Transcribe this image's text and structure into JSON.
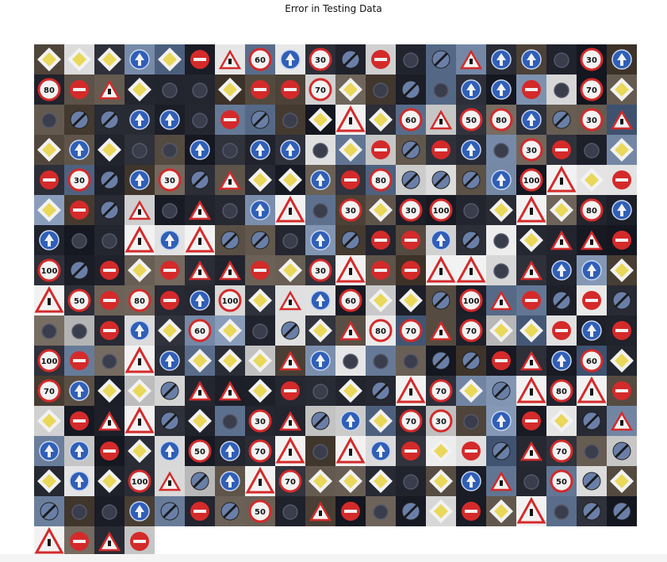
{
  "figure": {
    "title": "Error in Testing Data",
    "rows": 17,
    "columns": 20,
    "image_count": 324
  },
  "colors": {
    "sign_red": "#d42a2a",
    "sign_white": "#f2f2f2",
    "sign_blue": "#2f5fb8",
    "glyph_dark": "#151515",
    "dark_bg": "#1e1f2a"
  },
  "tile_kinds": [
    "triangle",
    "round-limit",
    "round-blue",
    "round-gray",
    "diamond",
    "no-entry",
    "dark"
  ],
  "limit_values": [
    "30",
    "50",
    "60",
    "70",
    "80",
    "100"
  ],
  "notes": {
    "legend": "none",
    "axes": "hidden"
  }
}
